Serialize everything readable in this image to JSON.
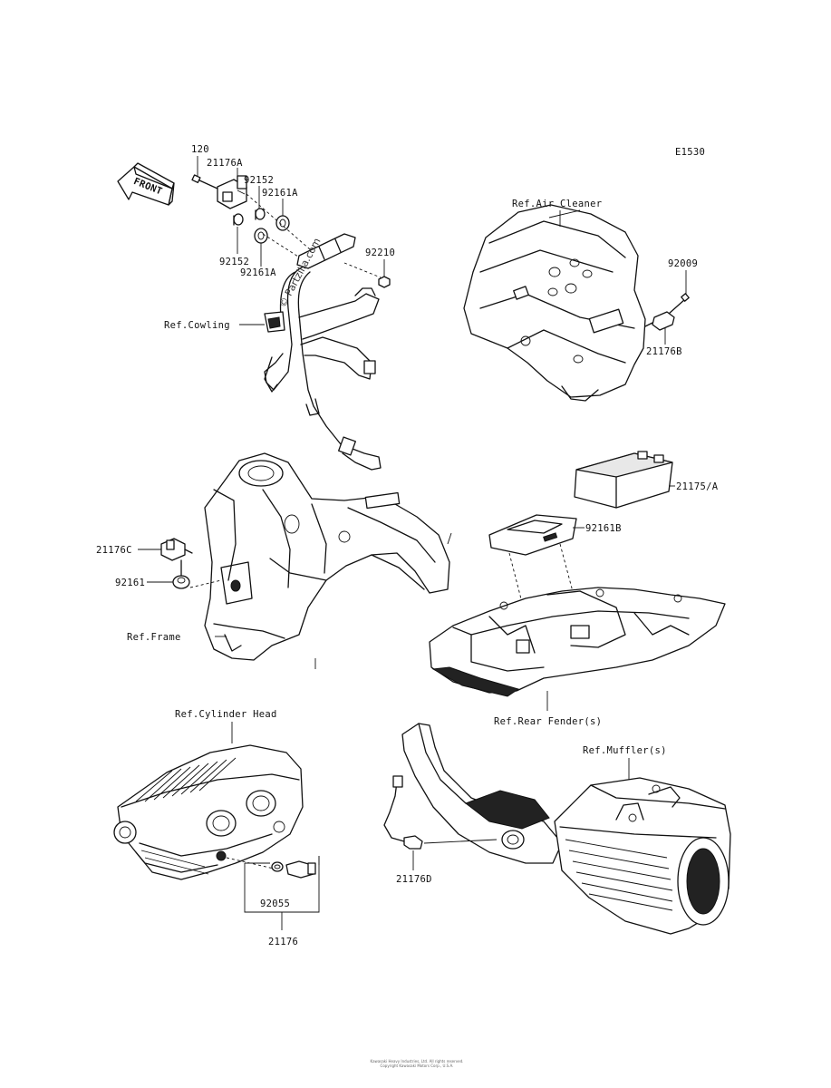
{
  "diagram_code": "E1530",
  "front_label": "FRONT",
  "watermark": "© Partzilla.com",
  "labels": {
    "p120": "120",
    "p21176A": "21176A",
    "p92152_top": "92152",
    "p92161A_top": "92161A",
    "p92152_bot": "92152",
    "p92161A_bot": "92161A",
    "p92210": "92210",
    "ref_cowling": "Ref.Cowling",
    "ref_air_cleaner": "Ref.Air Cleaner",
    "p92009": "92009",
    "p21176B": "21176B",
    "p21175A": "21175/A",
    "p92161B": "92161B",
    "p21176C": "21176C",
    "p92161": "92161",
    "ref_frame": "Ref.Frame",
    "ref_rear_fender": "Ref.Rear Fender(s)",
    "ref_cylinder_head": "Ref.Cylinder Head",
    "ref_muffler": "Ref.Muffler(s)",
    "p92055": "92055",
    "p21176": "21176",
    "p21176D": "21176D"
  },
  "footer": {
    "line1": "Kawasaki Heavy Industries, Ltd. All rights reserved.",
    "line2": "Copyright Kawasaki Motors Corp., U.S.A."
  }
}
